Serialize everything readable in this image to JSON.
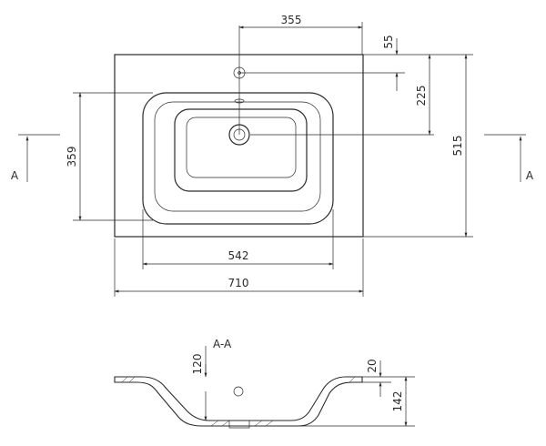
{
  "drawing": {
    "section_marker_left": "A",
    "section_marker_right": "A",
    "section_title": "A-A",
    "dimensions": {
      "overall_width": "710",
      "inner_basin_width": "542",
      "tap_offset": "355",
      "tap_hole_distance": "55",
      "drain_distance": "225",
      "overall_depth": "515",
      "basin_depth_outline": "359",
      "section_depth": "120",
      "rim_thickness": "20",
      "section_height": "142"
    },
    "colors": {
      "line": "#2a2a2a",
      "background": "#ffffff"
    }
  }
}
